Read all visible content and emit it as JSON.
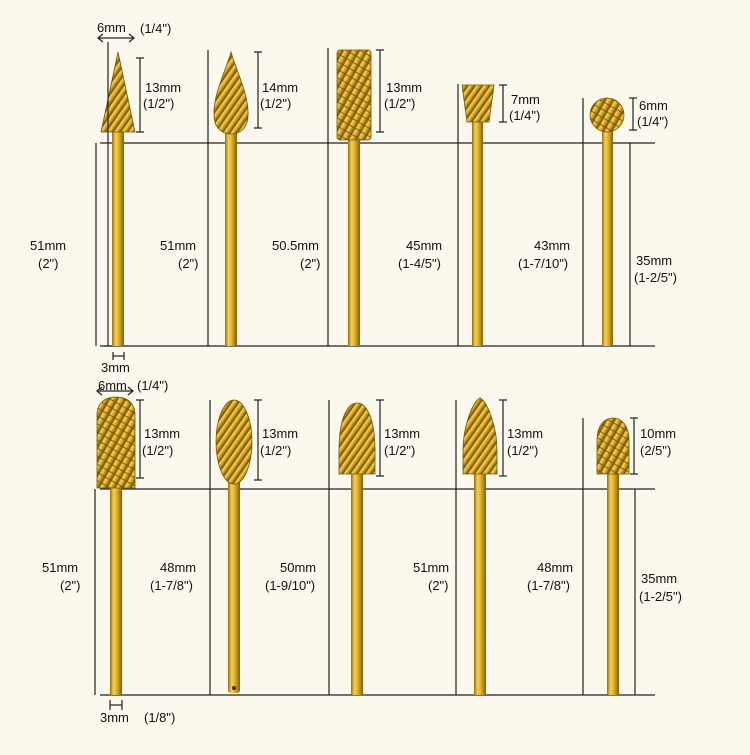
{
  "colors": {
    "background": "#fbf9ed",
    "gold_light": "#f2d25a",
    "gold_mid": "#d9a81e",
    "gold_dark": "#9a6d08",
    "line": "#222222"
  },
  "top_row": {
    "header_metric": "6mm",
    "header_imperial": "(1/4\")",
    "shank_label": "3mm",
    "bits": [
      {
        "head_shape": "cone",
        "head_metric": "13mm",
        "head_imperial": "(1/2\")",
        "total_metric": "51mm",
        "total_imperial": "(2\")"
      },
      {
        "head_shape": "flame",
        "head_metric": "14mm",
        "head_imperial": "(1/2\")",
        "total_metric": "51mm",
        "total_imperial": "(2\")"
      },
      {
        "head_shape": "cylinder",
        "head_metric": "13mm",
        "head_imperial": "(1/2\")",
        "total_metric": "50.5mm",
        "total_imperial": "(2\")"
      },
      {
        "head_shape": "inverted-cone",
        "head_metric": "7mm",
        "head_imperial": "(1/4\")",
        "total_metric": "45mm",
        "total_imperial": "(1-4/5\")"
      },
      {
        "head_shape": "ball",
        "head_metric": "6mm",
        "head_imperial": "(1/4\")",
        "total_metric": "43mm",
        "total_imperial": "(1-7/10\")"
      }
    ],
    "shank_metric": "35mm",
    "shank_imperial": "(1-2/5\")"
  },
  "bottom_row": {
    "header_metric": "6mm",
    "header_imperial": "(1/4\")",
    "shank_label": "3mm",
    "shank_imperial": "(1/8\")",
    "bits": [
      {
        "head_shape": "cylinder-round",
        "head_metric": "13mm",
        "head_imperial": "(1/2\")",
        "total_metric": "51mm",
        "total_imperial": "(2\")"
      },
      {
        "head_shape": "oval",
        "head_metric": "13mm",
        "head_imperial": "(1/2\")",
        "total_metric": "48mm",
        "total_imperial": "(1-7/8\")"
      },
      {
        "head_shape": "tree",
        "head_metric": "13mm",
        "head_imperial": "(1/2\")",
        "total_metric": "50mm",
        "total_imperial": "(1-9/10\")"
      },
      {
        "head_shape": "tree-pointed",
        "head_metric": "13mm",
        "head_imperial": "(1/2\")",
        "total_metric": "51mm",
        "total_imperial": "(2\")"
      },
      {
        "head_shape": "oval-small",
        "head_metric": "10mm",
        "head_imperial": "(2/5\")",
        "total_metric": "48mm",
        "total_imperial": "(1-7/8\")"
      }
    ],
    "shank_metric": "35mm",
    "shank_imperial2": "(1-2/5\")"
  }
}
